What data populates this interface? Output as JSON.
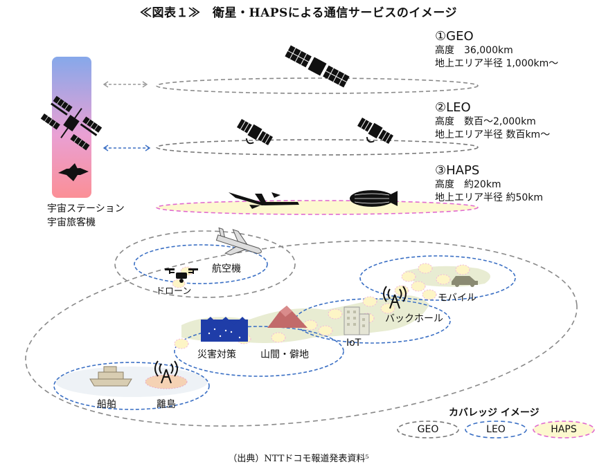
{
  "title": "≪図表１≫　衛星・HAPSによる通信サービスのイメージ",
  "orbits": [
    {
      "name": "①GEO",
      "altitude": "高度　36,000km",
      "coverage": "地上エリア半径 1,000km～"
    },
    {
      "name": "②LEO",
      "altitude": "高度　数百～2,000km",
      "coverage": "地上エリア半径 数百km～"
    },
    {
      "name": "③HAPS",
      "altitude": "高度　約20km",
      "coverage": "地上エリア半径 約50km"
    }
  ],
  "station": {
    "line1": "宇宙ステーション",
    "line2": "宇宙旅客機"
  },
  "ground_labels": {
    "aircraft": "航空機",
    "drone": "ドローン",
    "mobile": "モバイル",
    "backhaul": "バックホール",
    "iot": "IoT",
    "disaster": "災害対策",
    "mountain": "山間・僻地",
    "ship": "船舶",
    "island": "離島"
  },
  "legend": {
    "title": "カバレッジ イメージ",
    "geo": "GEO",
    "leo": "LEO",
    "haps": "HAPS"
  },
  "source": "（出典）NTTドコモ報道発表資料⁵",
  "colors": {
    "geo": "#777777",
    "leo": "#3a6fc4",
    "haps_fill": "#fdf8cf",
    "haps_border": "#e06ad0"
  }
}
